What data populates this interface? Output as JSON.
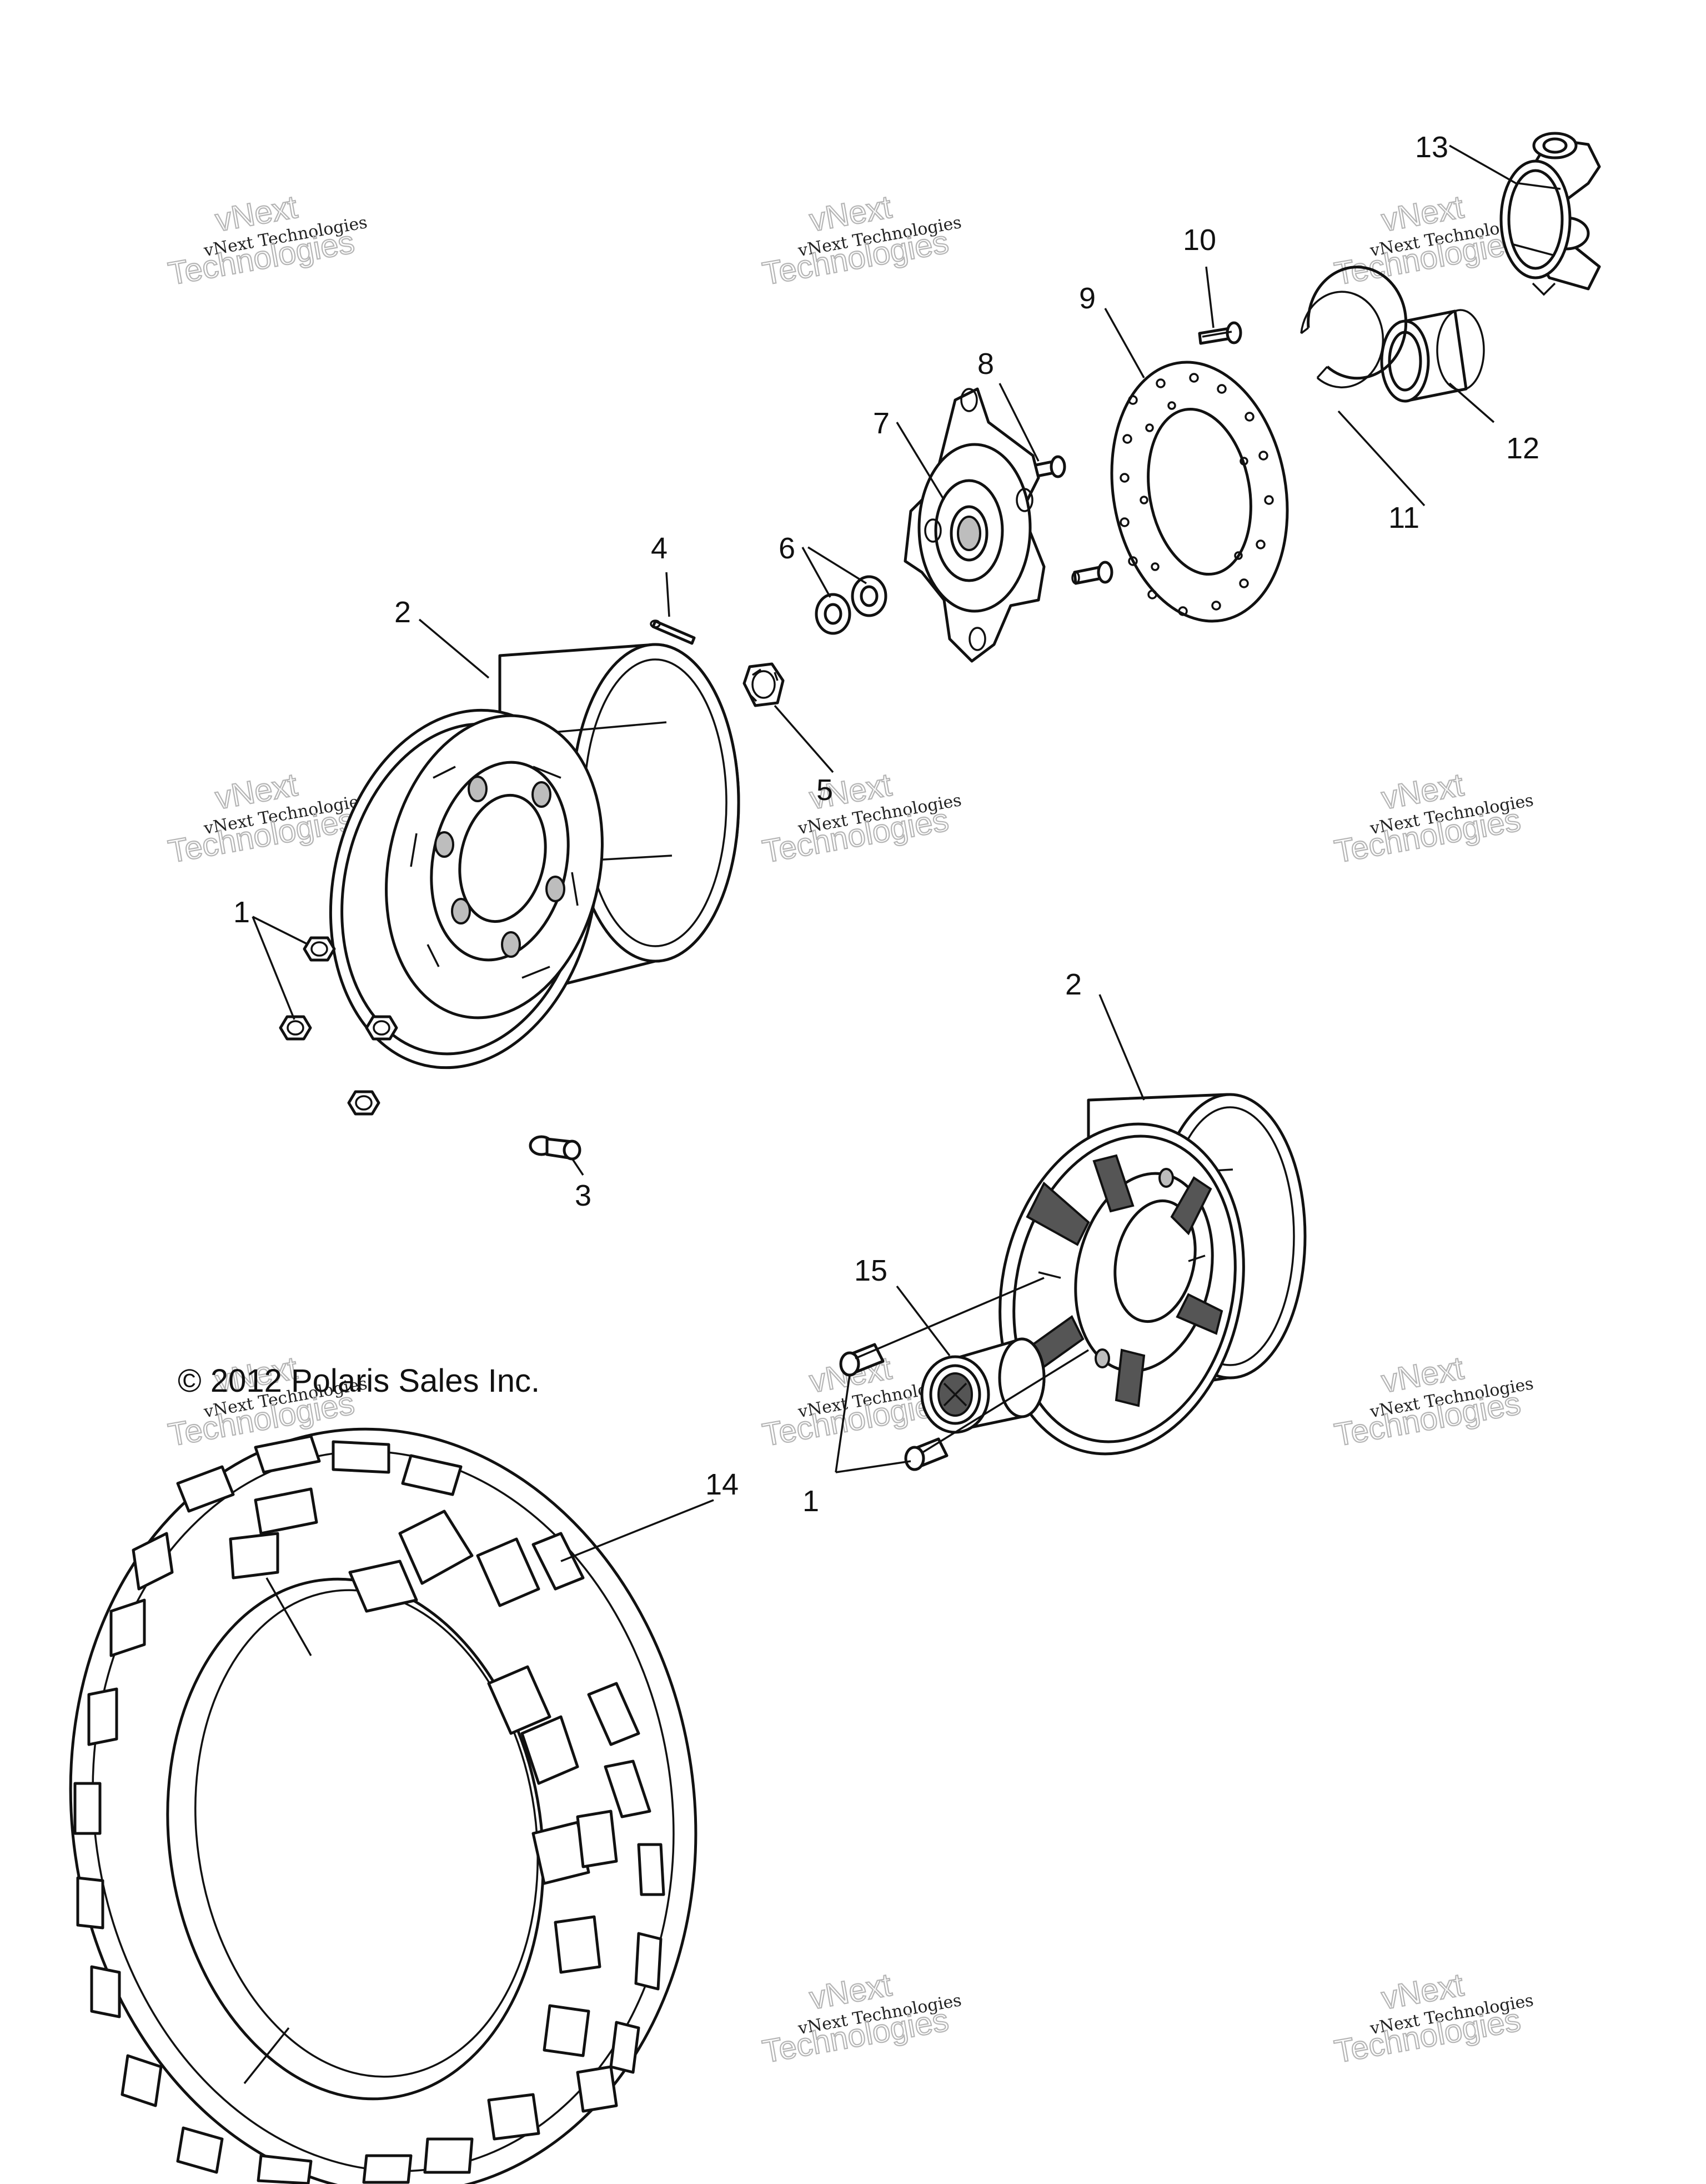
{
  "callouts": [
    {
      "id": "p1a",
      "label": "1"
    },
    {
      "id": "p2a",
      "label": "2"
    },
    {
      "id": "p3",
      "label": "3"
    },
    {
      "id": "p4",
      "label": "4"
    },
    {
      "id": "p5",
      "label": "5"
    },
    {
      "id": "p6",
      "label": "6"
    },
    {
      "id": "p7",
      "label": "7"
    },
    {
      "id": "p8",
      "label": "8"
    },
    {
      "id": "p9",
      "label": "9"
    },
    {
      "id": "p10",
      "label": "10"
    },
    {
      "id": "p11",
      "label": "11"
    },
    {
      "id": "p12",
      "label": "12"
    },
    {
      "id": "p13",
      "label": "13"
    },
    {
      "id": "p2b",
      "label": "2"
    },
    {
      "id": "p15",
      "label": "15"
    },
    {
      "id": "p1b",
      "label": "1"
    },
    {
      "id": "p14",
      "label": "14"
    }
  ],
  "copyright": "© 2012 Polaris Sales Inc.",
  "watermark": {
    "line1": "vNext Technologies",
    "line2": "vNext",
    "line3": "Technologies"
  }
}
